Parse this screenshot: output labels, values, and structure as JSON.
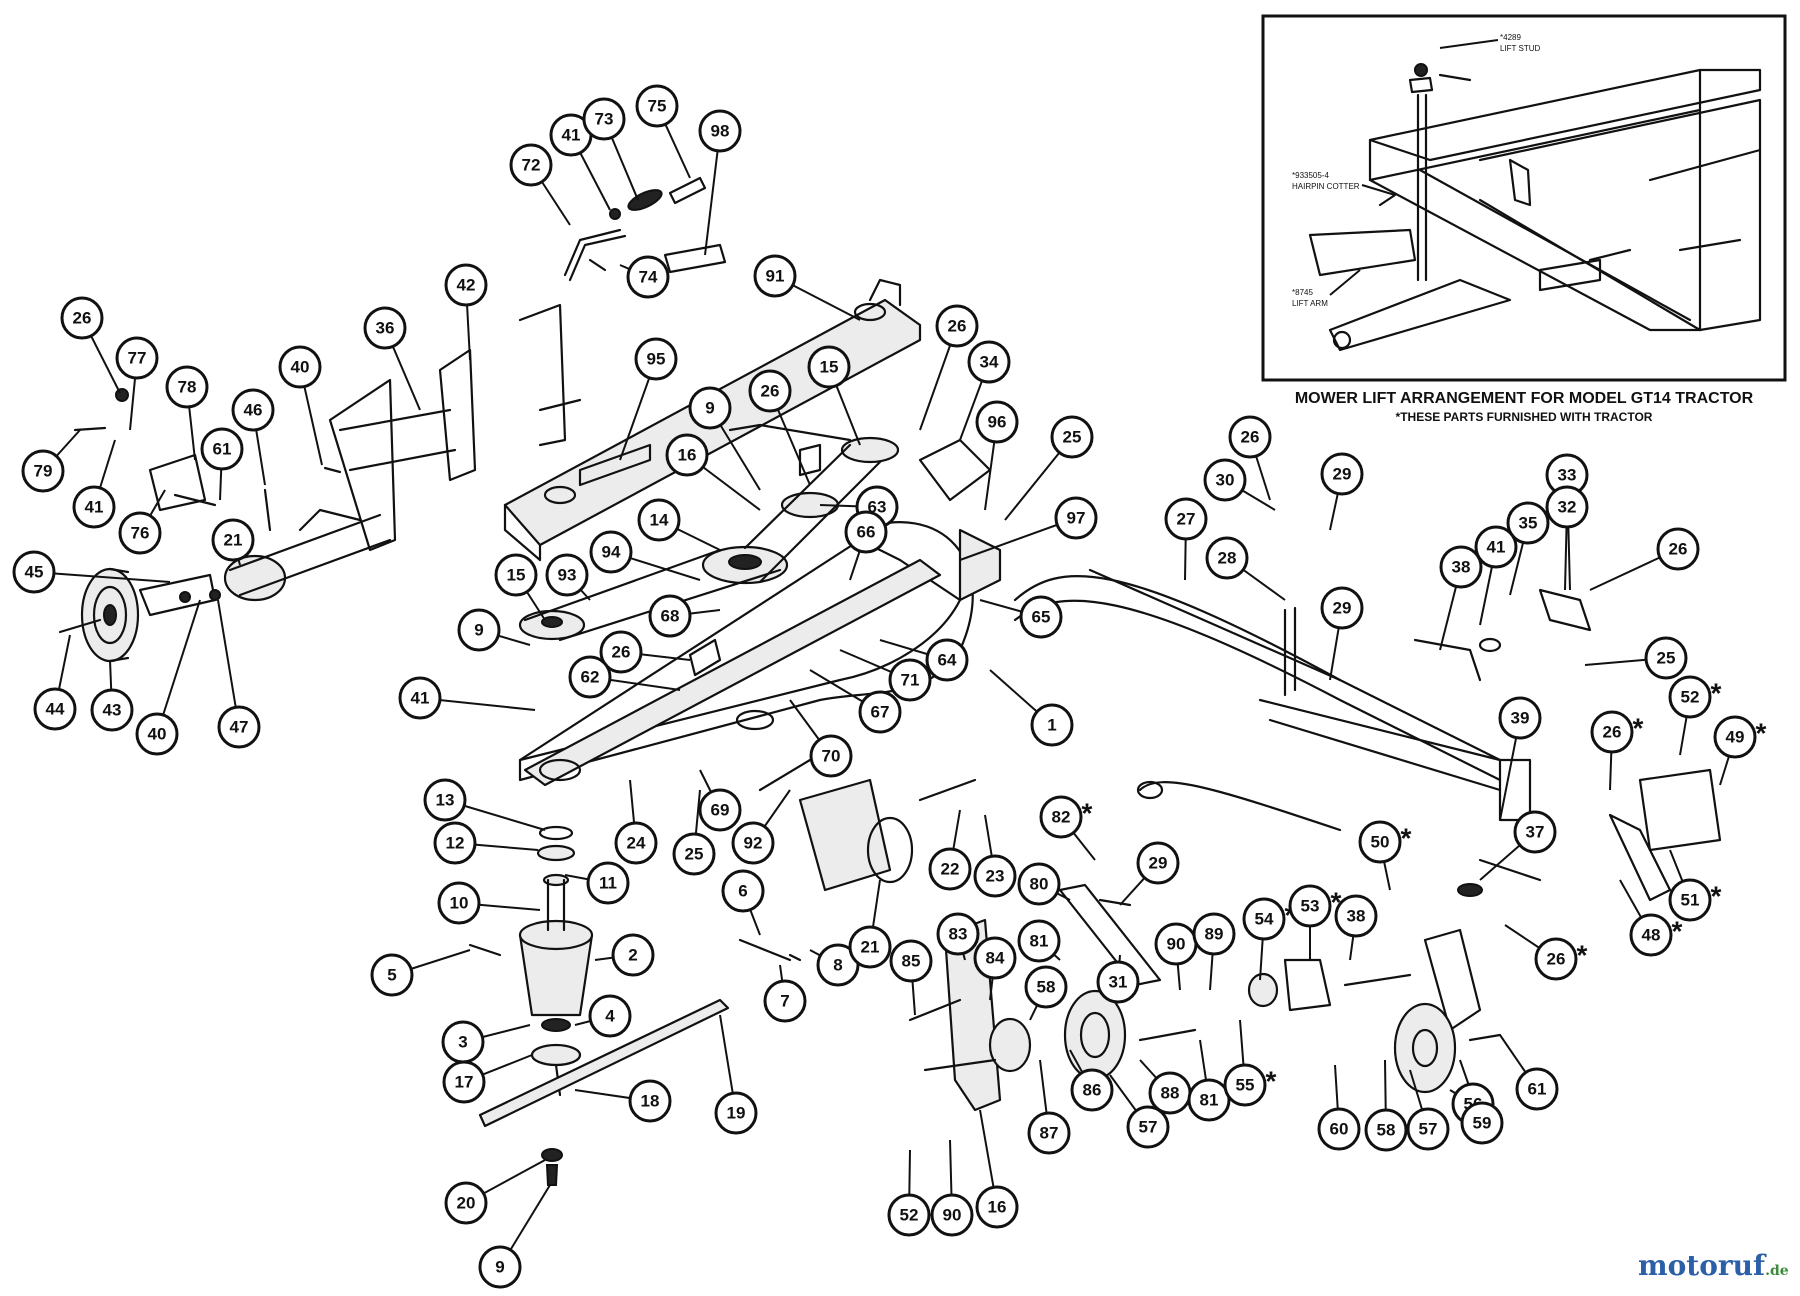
{
  "inset": {
    "caption_line1": "MOWER LIFT ARRANGEMENT FOR MODEL GT14 TRACTOR",
    "caption_line2": "*THESE PARTS FURNISHED WITH TRACTOR",
    "labels": [
      {
        "id": "lift-stud",
        "line1": "*4289",
        "line2": "LIFT STUD"
      },
      {
        "id": "hairpin-cotter",
        "line1": "*933505-4",
        "line2": "HAIRPIN COTTER"
      },
      {
        "id": "lift-arm",
        "line1": "*8745",
        "line2": "LIFT ARM"
      }
    ]
  },
  "callouts": [
    {
      "id": "c-26a",
      "num": "26"
    },
    {
      "id": "c-77",
      "num": "77"
    },
    {
      "id": "c-78",
      "num": "78"
    },
    {
      "id": "c-79",
      "num": "79"
    },
    {
      "id": "c-41a",
      "num": "41"
    },
    {
      "id": "c-76",
      "num": "76"
    },
    {
      "id": "c-61a",
      "num": "61"
    },
    {
      "id": "c-21a",
      "num": "21"
    },
    {
      "id": "c-45",
      "num": "45"
    },
    {
      "id": "c-44",
      "num": "44"
    },
    {
      "id": "c-43",
      "num": "43"
    },
    {
      "id": "c-40a",
      "num": "40"
    },
    {
      "id": "c-47",
      "num": "47"
    },
    {
      "id": "c-46",
      "num": "46"
    },
    {
      "id": "c-40b",
      "num": "40"
    },
    {
      "id": "c-36",
      "num": "36"
    },
    {
      "id": "c-42",
      "num": "42"
    },
    {
      "id": "c-72",
      "num": "72"
    },
    {
      "id": "c-41b",
      "num": "41"
    },
    {
      "id": "c-73",
      "num": "73"
    },
    {
      "id": "c-75",
      "num": "75"
    },
    {
      "id": "c-98",
      "num": "98"
    },
    {
      "id": "c-74",
      "num": "74"
    },
    {
      "id": "c-91",
      "num": "91"
    },
    {
      "id": "c-95",
      "num": "95"
    },
    {
      "id": "c-9a",
      "num": "9"
    },
    {
      "id": "c-26b",
      "num": "26"
    },
    {
      "id": "c-15a",
      "num": "15"
    },
    {
      "id": "c-16a",
      "num": "16"
    },
    {
      "id": "c-63",
      "num": "63"
    },
    {
      "id": "c-14",
      "num": "14"
    },
    {
      "id": "c-94",
      "num": "94"
    },
    {
      "id": "c-66",
      "num": "66"
    },
    {
      "id": "c-26c",
      "num": "26"
    },
    {
      "id": "c-34",
      "num": "34"
    },
    {
      "id": "c-96",
      "num": "96"
    },
    {
      "id": "c-25a",
      "num": "25"
    },
    {
      "id": "c-97",
      "num": "97"
    },
    {
      "id": "c-15b",
      "num": "15"
    },
    {
      "id": "c-93",
      "num": "93"
    },
    {
      "id": "c-9b",
      "num": "9"
    },
    {
      "id": "c-68",
      "num": "68"
    },
    {
      "id": "c-26d",
      "num": "26"
    },
    {
      "id": "c-65",
      "num": "65"
    },
    {
      "id": "c-64",
      "num": "64"
    },
    {
      "id": "c-71",
      "num": "71"
    },
    {
      "id": "c-62",
      "num": "62"
    },
    {
      "id": "c-67",
      "num": "67"
    },
    {
      "id": "c-41c",
      "num": "41"
    },
    {
      "id": "c-1",
      "num": "1"
    },
    {
      "id": "c-70",
      "num": "70"
    },
    {
      "id": "c-13",
      "num": "13"
    },
    {
      "id": "c-12",
      "num": "12"
    },
    {
      "id": "c-11",
      "num": "11"
    },
    {
      "id": "c-24",
      "num": "24"
    },
    {
      "id": "c-69",
      "num": "69"
    },
    {
      "id": "c-25b",
      "num": "25"
    },
    {
      "id": "c-92",
      "num": "92"
    },
    {
      "id": "c-10",
      "num": "10"
    },
    {
      "id": "c-5",
      "num": "5"
    },
    {
      "id": "c-2",
      "num": "2"
    },
    {
      "id": "c-3",
      "num": "3"
    },
    {
      "id": "c-4",
      "num": "4"
    },
    {
      "id": "c-17",
      "num": "17"
    },
    {
      "id": "c-18",
      "num": "18"
    },
    {
      "id": "c-19",
      "num": "19"
    },
    {
      "id": "c-20",
      "num": "20"
    },
    {
      "id": "c-9c",
      "num": "9"
    },
    {
      "id": "c-6",
      "num": "6"
    },
    {
      "id": "c-8",
      "num": "8"
    },
    {
      "id": "c-7",
      "num": "7"
    },
    {
      "id": "c-21b",
      "num": "21"
    },
    {
      "id": "c-22",
      "num": "22"
    },
    {
      "id": "c-23",
      "num": "23"
    },
    {
      "id": "c-82",
      "num": "82"
    },
    {
      "id": "c-29a",
      "num": "29"
    },
    {
      "id": "c-80",
      "num": "80"
    },
    {
      "id": "c-85",
      "num": "85"
    },
    {
      "id": "c-83",
      "num": "83"
    },
    {
      "id": "c-84",
      "num": "84"
    },
    {
      "id": "c-81a",
      "num": "81"
    },
    {
      "id": "c-58a",
      "num": "58"
    },
    {
      "id": "c-31",
      "num": "31"
    },
    {
      "id": "c-90a",
      "num": "90"
    },
    {
      "id": "c-89",
      "num": "89"
    },
    {
      "id": "c-54",
      "num": "54"
    },
    {
      "id": "c-53",
      "num": "53"
    },
    {
      "id": "c-38a",
      "num": "38"
    },
    {
      "id": "c-50",
      "num": "50"
    },
    {
      "id": "c-86",
      "num": "86"
    },
    {
      "id": "c-57a",
      "num": "57"
    },
    {
      "id": "c-88",
      "num": "88"
    },
    {
      "id": "c-81b",
      "num": "81"
    },
    {
      "id": "c-55",
      "num": "55"
    },
    {
      "id": "c-87",
      "num": "87"
    },
    {
      "id": "c-52a",
      "num": "52"
    },
    {
      "id": "c-90b",
      "num": "90"
    },
    {
      "id": "c-16b",
      "num": "16"
    },
    {
      "id": "c-60",
      "num": "60"
    },
    {
      "id": "c-58b",
      "num": "58"
    },
    {
      "id": "c-57b",
      "num": "57"
    },
    {
      "id": "c-56",
      "num": "56"
    },
    {
      "id": "c-59",
      "num": "59"
    },
    {
      "id": "c-61b",
      "num": "61"
    },
    {
      "id": "c-26e",
      "num": "26"
    },
    {
      "id": "c-30",
      "num": "30"
    },
    {
      "id": "c-29b",
      "num": "29"
    },
    {
      "id": "c-27",
      "num": "27"
    },
    {
      "id": "c-28",
      "num": "28"
    },
    {
      "id": "c-29c",
      "num": "29"
    },
    {
      "id": "c-33",
      "num": "33"
    },
    {
      "id": "c-32",
      "num": "32"
    },
    {
      "id": "c-35",
      "num": "35"
    },
    {
      "id": "c-41d",
      "num": "41"
    },
    {
      "id": "c-38b",
      "num": "38"
    },
    {
      "id": "c-26f",
      "num": "26"
    },
    {
      "id": "c-25c",
      "num": "25"
    },
    {
      "id": "c-52b",
      "num": "52"
    },
    {
      "id": "c-26g",
      "num": "26"
    },
    {
      "id": "c-49",
      "num": "49"
    },
    {
      "id": "c-39",
      "num": "39"
    },
    {
      "id": "c-37",
      "num": "37"
    },
    {
      "id": "c-26h",
      "num": "26"
    },
    {
      "id": "c-48",
      "num": "48"
    },
    {
      "id": "c-51",
      "num": "51"
    }
  ],
  "star_symbol": "*",
  "watermark": {
    "part1": "motoruf",
    "part2": ".de"
  },
  "colors": {
    "ink": "#111111",
    "watermark_blue": "#2b5fa8",
    "watermark_green": "#3c8a3c"
  }
}
